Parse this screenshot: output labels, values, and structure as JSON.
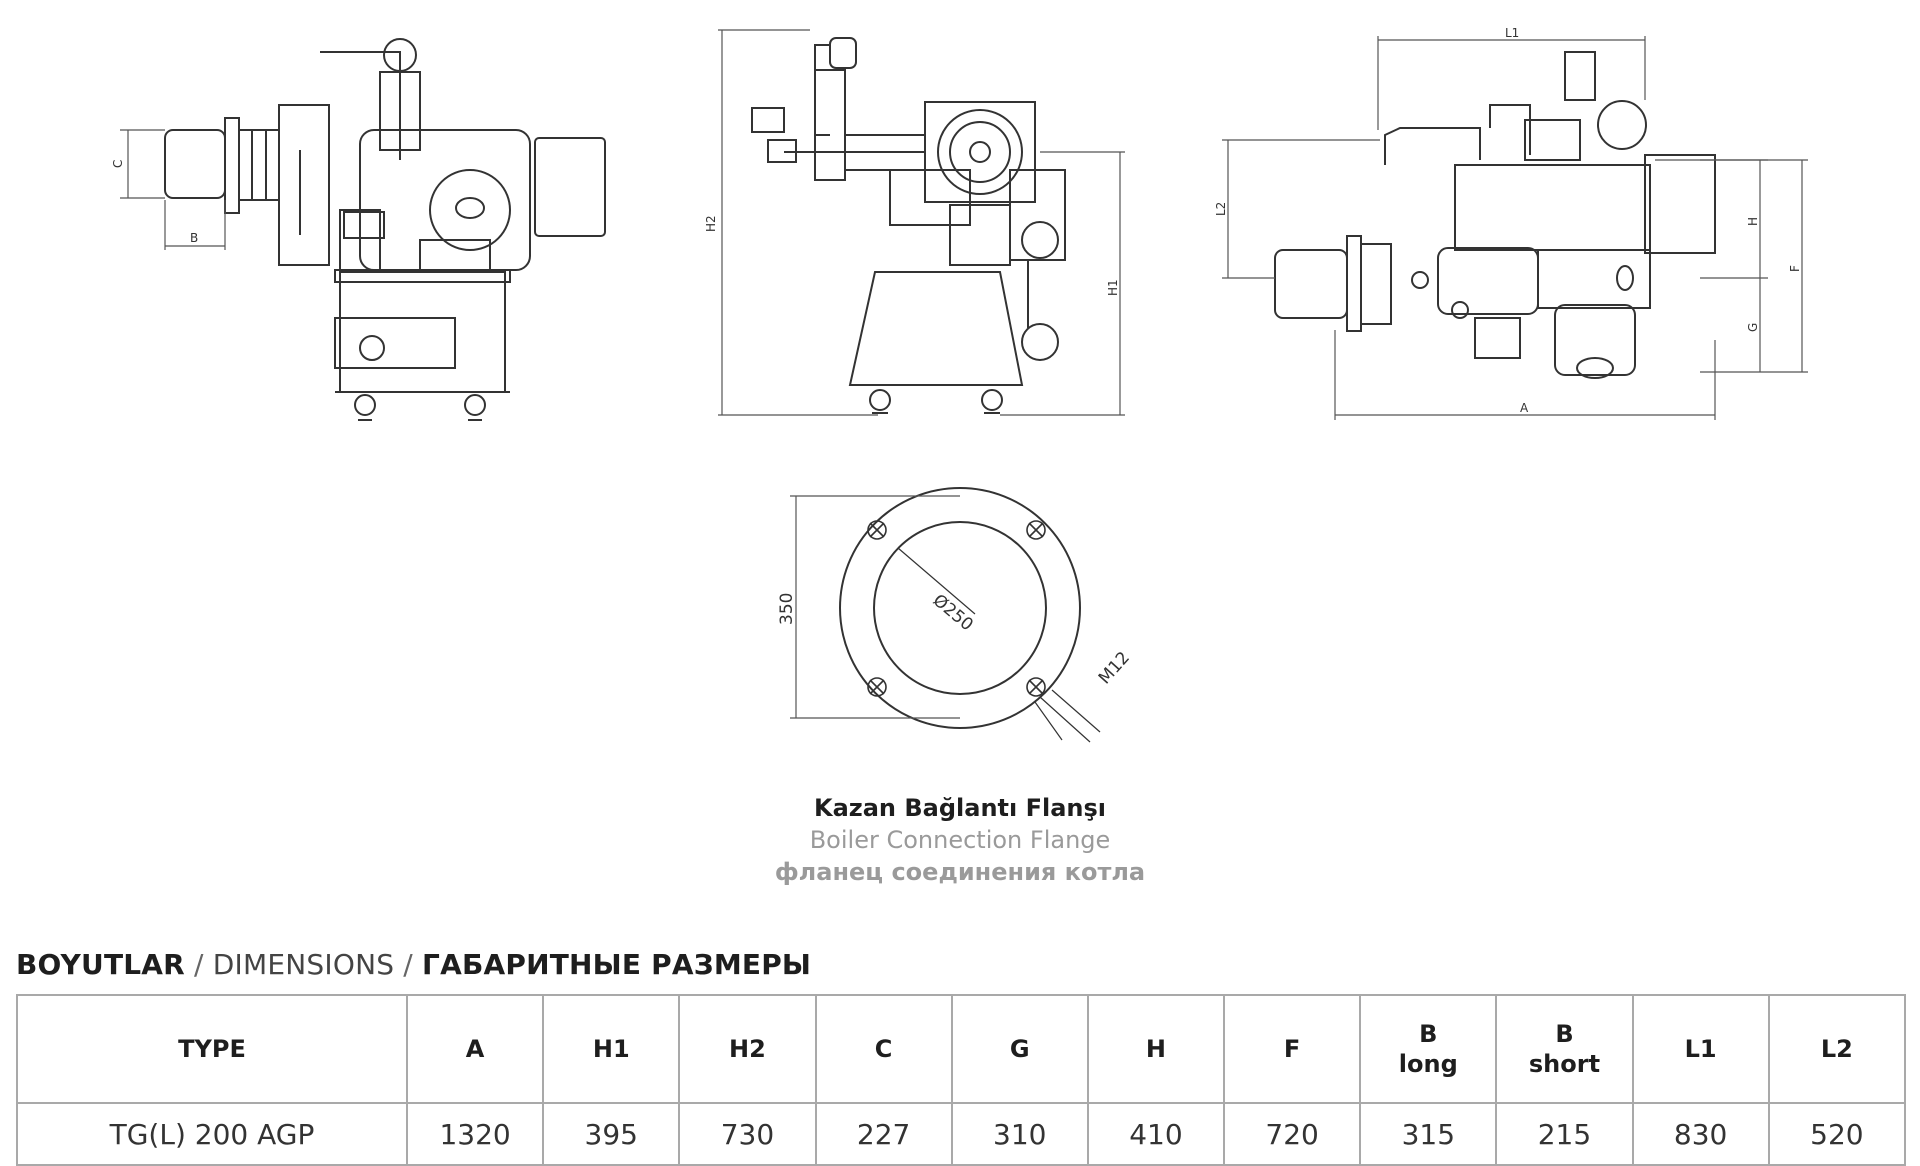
{
  "drawing_labels": {
    "C": "C",
    "B": "B",
    "H2": "H2",
    "H1": "H1",
    "L1": "L1",
    "L2": "L2",
    "H": "H",
    "F": "F",
    "G": "G",
    "A": "A",
    "flange_height": "350",
    "flange_diameter": "Ø250",
    "flange_bolt": "M12"
  },
  "caption": {
    "tr": "Kazan Bağlantı Flanşı",
    "en": "Boiler Connection Flange",
    "ru": "фланец соединения котла"
  },
  "dimensions_title": {
    "tr": "BOYUTLAR",
    "sep1": " / ",
    "en": "DIMENSIONS",
    "sep2": " / ",
    "ru": "ГАБАРИТНЫЕ РАЗМЕРЫ"
  },
  "table": {
    "headers": {
      "type": "TYPE",
      "a": "A",
      "h1": "H1",
      "h2": "H2",
      "c": "C",
      "g": "G",
      "h": "H",
      "f": "F",
      "b_long_1": "B",
      "b_long_2": "long",
      "b_short_1": "B",
      "b_short_2": "short",
      "l1": "L1",
      "l2": "L2"
    },
    "rows": [
      {
        "type": "TG(L) 200 AGP",
        "a": "1320",
        "h1": "395",
        "h2": "730",
        "c": "227",
        "g": "310",
        "h": "410",
        "f": "720",
        "b_long": "315",
        "b_short": "215",
        "l1": "830",
        "l2": "520"
      }
    ]
  }
}
